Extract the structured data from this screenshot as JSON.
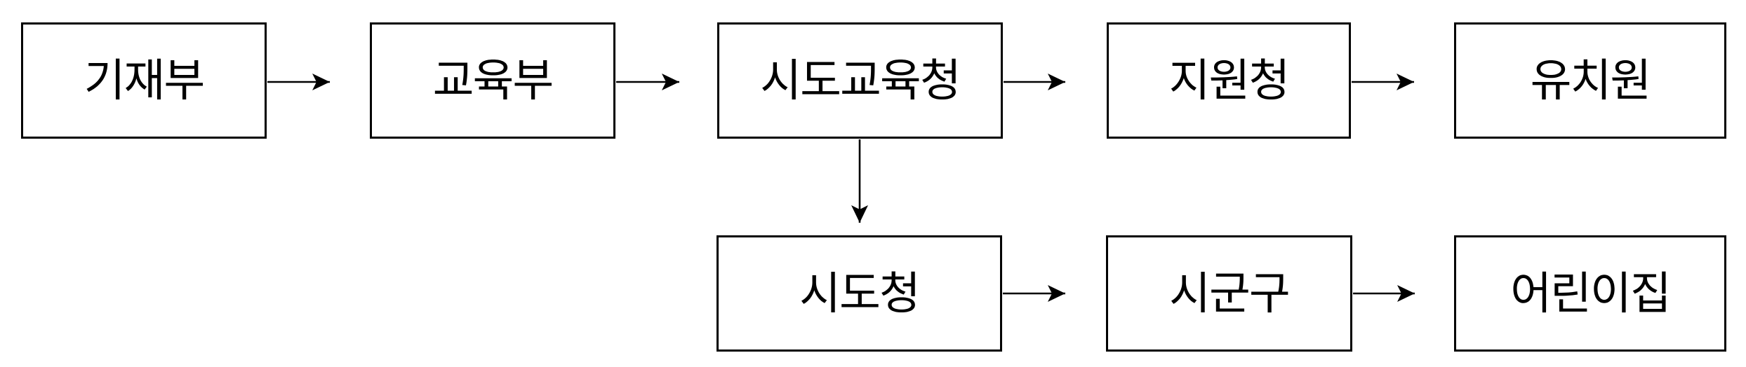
{
  "diagram": {
    "type": "flowchart",
    "background_color": "#ffffff",
    "line_color": "#000000",
    "text_color": "#000000",
    "nodes": [
      {
        "id": "finance-ministry",
        "label": "기재부",
        "row": "top"
      },
      {
        "id": "education-ministry",
        "label": "교육부",
        "row": "top"
      },
      {
        "id": "provincial-education-office",
        "label": "시도교육청",
        "row": "top"
      },
      {
        "id": "education-support-office",
        "label": "지원청",
        "row": "top"
      },
      {
        "id": "kindergarten",
        "label": "유치원",
        "row": "top"
      },
      {
        "id": "provincial-government",
        "label": "시도청",
        "row": "bottom"
      },
      {
        "id": "city-county-district",
        "label": "시군구",
        "row": "bottom"
      },
      {
        "id": "childcare-center",
        "label": "어린이집",
        "row": "bottom"
      }
    ],
    "edges": [
      {
        "from": "기재부",
        "to": "교육부",
        "direction": "right"
      },
      {
        "from": "교육부",
        "to": "시도교육청",
        "direction": "right"
      },
      {
        "from": "시도교육청",
        "to": "지원청",
        "direction": "right"
      },
      {
        "from": "지원청",
        "to": "유치원",
        "direction": "right"
      },
      {
        "from": "시도교육청",
        "to": "시도청",
        "direction": "down"
      },
      {
        "from": "시도청",
        "to": "시군구",
        "direction": "right"
      },
      {
        "from": "시군구",
        "to": "어린이집",
        "direction": "right"
      }
    ]
  }
}
